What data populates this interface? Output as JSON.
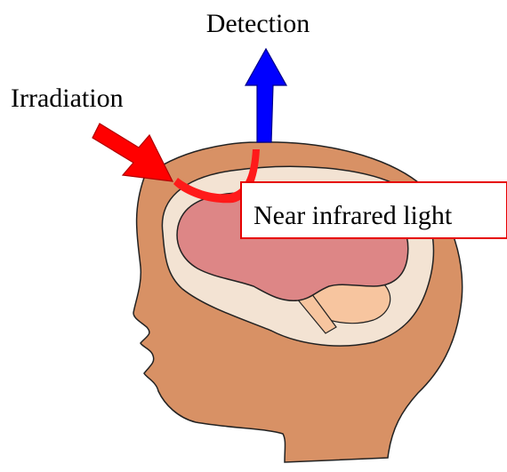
{
  "labels": {
    "detection": "Detection",
    "irradiation": "Irradiation",
    "near_infrared": "Near infrared light"
  },
  "colors": {
    "background": "#ffffff",
    "skin": "#d89165",
    "outline": "#222222",
    "skull": "#f3e3d3",
    "brain": "#dd8686",
    "cerebellum": "#f7c59f",
    "irradiation_arrow": "#ff0000",
    "detection_arrow": "#0000ff",
    "light_path": "#ff1a1a",
    "label_border": "#e60000"
  }
}
